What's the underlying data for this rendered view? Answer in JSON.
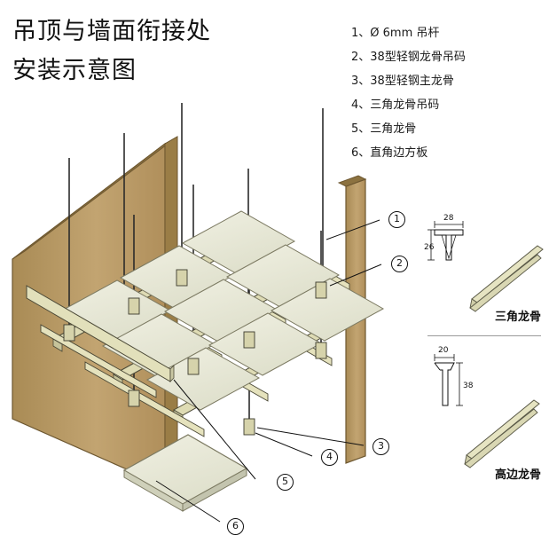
{
  "title": {
    "line1": "吊顶与墙面衔接处",
    "line2": "安装示意图"
  },
  "legend": {
    "items": [
      {
        "num": "1",
        "label": "1、Ø 6mm 吊杆"
      },
      {
        "num": "2",
        "label": "2、38型轻钢龙骨吊码"
      },
      {
        "num": "3",
        "label": "3、38型轻钢主龙骨"
      },
      {
        "num": "4",
        "label": "4、三角龙骨吊码"
      },
      {
        "num": "5",
        "label": "5、三角龙骨"
      },
      {
        "num": "6",
        "label": "6、直角边方板"
      }
    ]
  },
  "callouts": [
    {
      "id": "1",
      "label": "1"
    },
    {
      "id": "2",
      "label": "2"
    },
    {
      "id": "3",
      "label": "3"
    },
    {
      "id": "4",
      "label": "4"
    },
    {
      "id": "5",
      "label": "5"
    },
    {
      "id": "6",
      "label": "6"
    }
  ],
  "profiles": [
    {
      "name": "triangle-keel",
      "caption": "三角龙骨",
      "dim_top": "28",
      "dim_side": "26"
    },
    {
      "name": "high-edge-keel",
      "caption": "高边龙骨",
      "dim_top": "20",
      "dim_side": "38"
    }
  ],
  "colors": {
    "panel_face": "#e9ead8",
    "wall": "#b89a63",
    "keel": "#d8d4ad",
    "line": "#2b2b2b",
    "accent": "#111111"
  }
}
